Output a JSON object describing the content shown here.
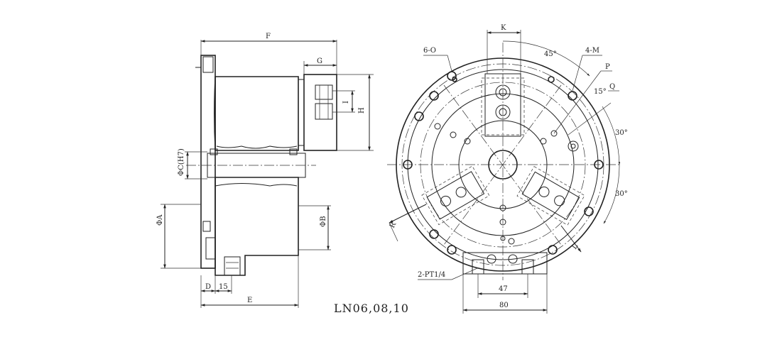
{
  "model_caption": "LN06,08,10",
  "side_view": {
    "dim_F": "F",
    "dim_G": "G",
    "dim_H": "H",
    "dim_I": "I",
    "dim_C": "ΦC(H7)",
    "dim_A": "ΦA",
    "dim_B": "ΦB",
    "dim_D": "D",
    "dim_15": "15",
    "dim_E": "E"
  },
  "front_view": {
    "dim_K": "K",
    "label_6O": "6-O",
    "angle_45": "45°",
    "label_4M": "4-M",
    "label_P": "P",
    "angle_15": "15°",
    "label_Q": "Q",
    "angle_30a": "30°",
    "angle_30b": "30°",
    "label_R": "R",
    "label_L": "L",
    "label_port": "2-PT1/4",
    "dim_47": "47",
    "dim_80": "80"
  }
}
